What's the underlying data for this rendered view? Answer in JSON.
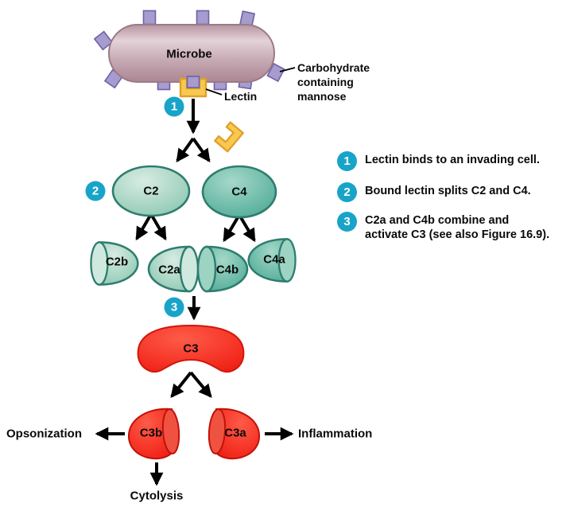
{
  "microbe": {
    "label": "Microbe"
  },
  "annotations": {
    "carbohydrate_lines": [
      "Carbohydrate",
      "containing",
      "mannose"
    ],
    "lectin_label": "Lectin"
  },
  "molecules": {
    "c2": "C2",
    "c4": "C4",
    "c2b": "C2b",
    "c2a": "C2a",
    "c4b": "C4b",
    "c4a": "C4a",
    "c3": "C3",
    "c3b": "C3b",
    "c3a": "C3a"
  },
  "outcomes": {
    "opsonization": "Opsonization",
    "inflammation": "Inflammation",
    "cytolysis": "Cytolysis"
  },
  "step_markers": {
    "s1": "1",
    "s2": "2",
    "s3": "3"
  },
  "legend": [
    {
      "number": "1",
      "lines": [
        "Lectin binds to an invading cell."
      ]
    },
    {
      "number": "2",
      "lines": [
        "Bound lectin splits C2 and C4."
      ]
    },
    {
      "number": "3",
      "lines": [
        "C2a and C4b combine and",
        "activate C3 (see also Figure 16.9)."
      ]
    }
  ],
  "colors": {
    "step_badge": "#18a4c8",
    "microbe_body": "#c5a9b3",
    "stud": "#a79cce",
    "lectin": "#f8c94e",
    "complement_light": "#9ed0bd",
    "complement_dark": "#65b7a5",
    "c3_red": "#f3271d"
  }
}
